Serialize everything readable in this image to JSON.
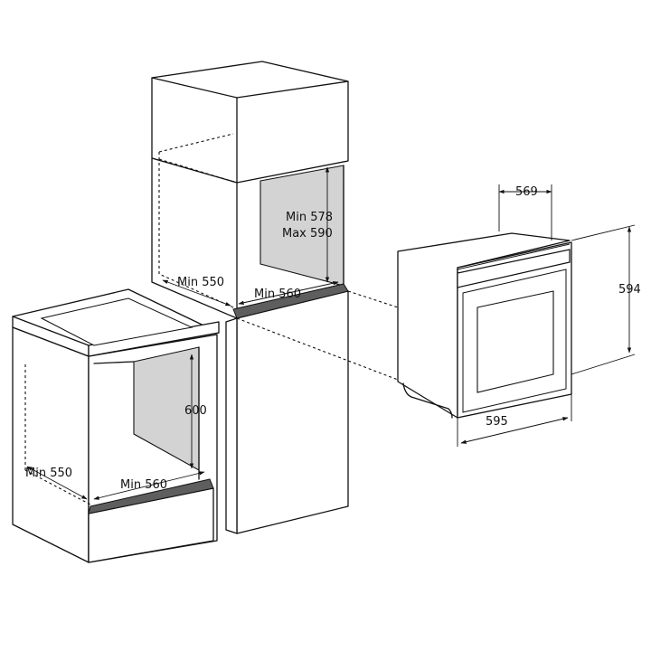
{
  "colors": {
    "line": "#111111",
    "cavity_shade": "#d3d3d3",
    "base_strip": "#5e5e5e",
    "background": "#ffffff"
  },
  "tall_cabinet": {
    "min_height_label": "Min 578",
    "max_height_label": "Max 590",
    "min_depth_label": "Min 550",
    "min_width_label": "Min 560"
  },
  "base_cabinet": {
    "height_label": "600",
    "min_depth_label": "Min 550",
    "min_width_label": "Min 560"
  },
  "oven": {
    "depth_label": "569",
    "height_label": "594",
    "width_label": "595"
  }
}
